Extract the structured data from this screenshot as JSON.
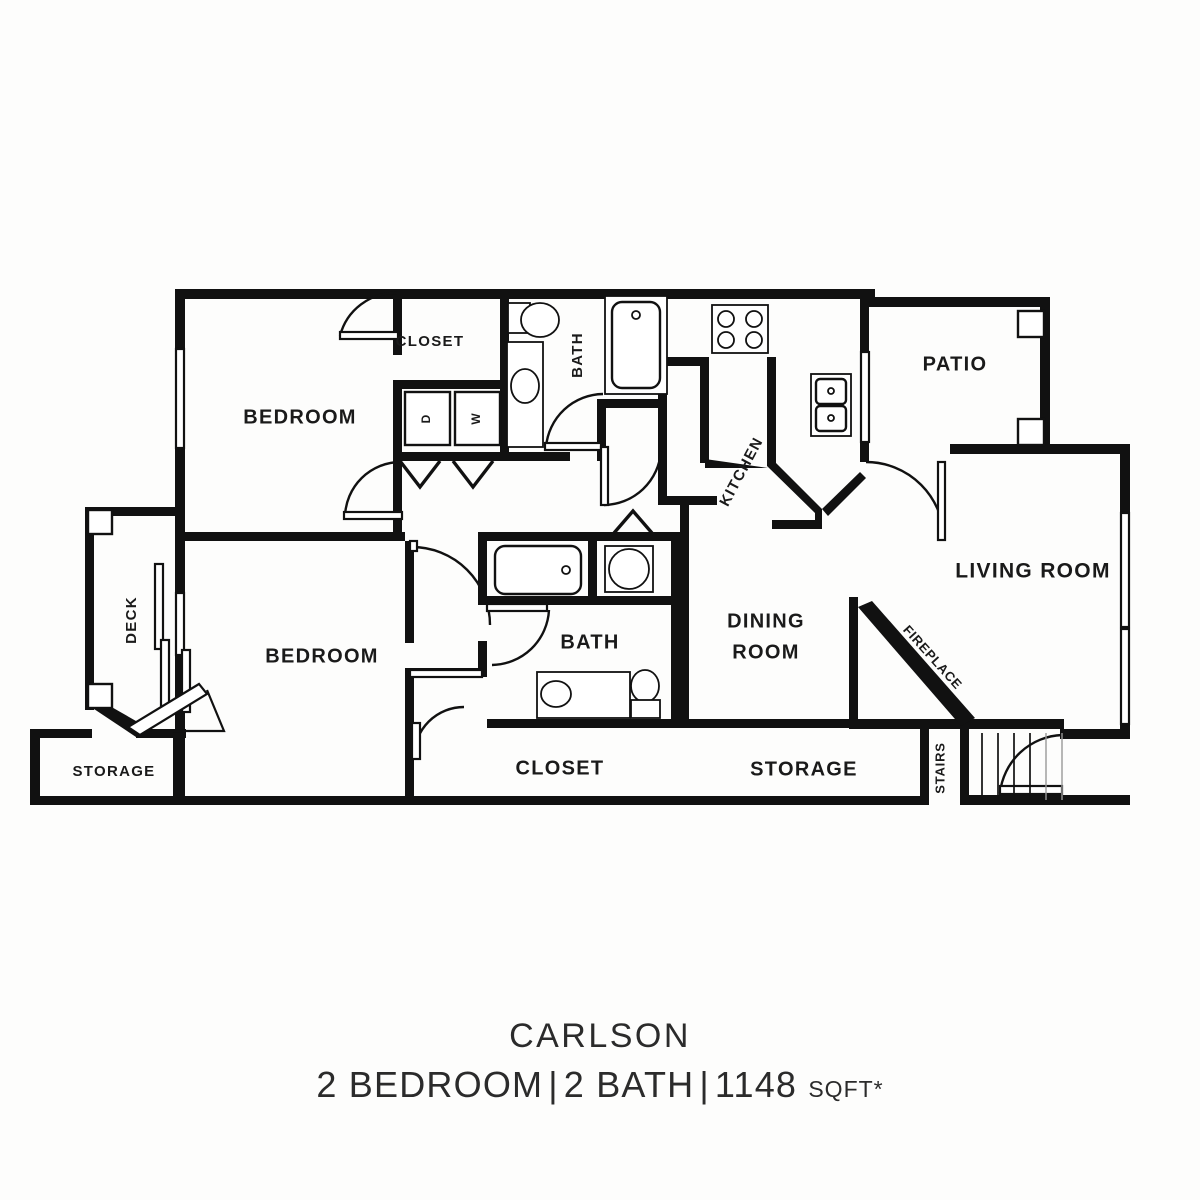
{
  "plan": {
    "name": "CARLSON",
    "summary": {
      "bedrooms_label": "2 BEDROOM",
      "baths_label": "2 BATH",
      "area_value": "1148",
      "area_unit": "SQFT*",
      "separator": "|"
    },
    "colors": {
      "background": "#fdfdfc",
      "wall": "#111111",
      "text": "#1a1a1a",
      "caption_text": "#2b2b2b"
    },
    "rooms": [
      {
        "id": "bedroom-1",
        "label": "BEDROOM"
      },
      {
        "id": "closet-1",
        "label": "CLOSET"
      },
      {
        "id": "bath-1",
        "label": "BATH"
      },
      {
        "id": "kitchen",
        "label": "KITCHEN"
      },
      {
        "id": "patio",
        "label": "PATIO"
      },
      {
        "id": "deck",
        "label": "DECK"
      },
      {
        "id": "storage-1",
        "label": "STORAGE"
      },
      {
        "id": "bedroom-2",
        "label": "BEDROOM"
      },
      {
        "id": "bath-2",
        "label": "BATH"
      },
      {
        "id": "closet-2",
        "label": "CLOSET"
      },
      {
        "id": "dining-room-line1",
        "label": "DINING"
      },
      {
        "id": "dining-room-line2",
        "label": "ROOM"
      },
      {
        "id": "living-room",
        "label": "LIVING ROOM"
      },
      {
        "id": "fireplace",
        "label": "FIREPLACE"
      },
      {
        "id": "stairs",
        "label": "STAIRS"
      },
      {
        "id": "storage-2",
        "label": "STORAGE"
      }
    ],
    "appliances": [
      {
        "id": "dryer",
        "label": "D"
      },
      {
        "id": "washer",
        "label": "W"
      }
    ]
  }
}
